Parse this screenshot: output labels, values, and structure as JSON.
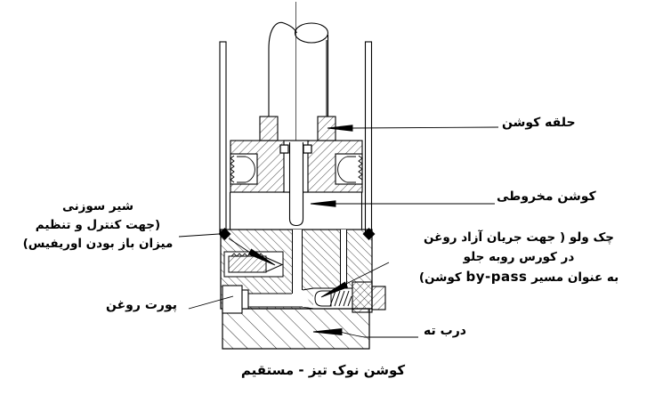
{
  "colors": {
    "background": "#ffffff",
    "line": "#000000",
    "text": "#000000"
  },
  "annotations": {
    "cushion_ring": {
      "label": "حلقه کوشن"
    },
    "conical_cushion": {
      "label": "کوشن مخروطی"
    },
    "needle_valve": {
      "line1": "شیر سوزنی",
      "line2": "(جهت کنترل و تنظیم",
      "line3": "میزان باز بودن اوریفیس)"
    },
    "check_valve": {
      "line1": "چک ولو ( جهت جریان آزاد روغن",
      "line2": "در کورس روبه جلو",
      "line3_rtl_a": "به عنوان مسیر",
      "line3_latin": "by-pass",
      "line3_rtl_b": "کوشن)"
    },
    "oil_port": {
      "label": "پورت روغن"
    },
    "end_cap": {
      "label": "درب ته"
    }
  },
  "caption": "کوشن نوک تیز - مستقیم"
}
